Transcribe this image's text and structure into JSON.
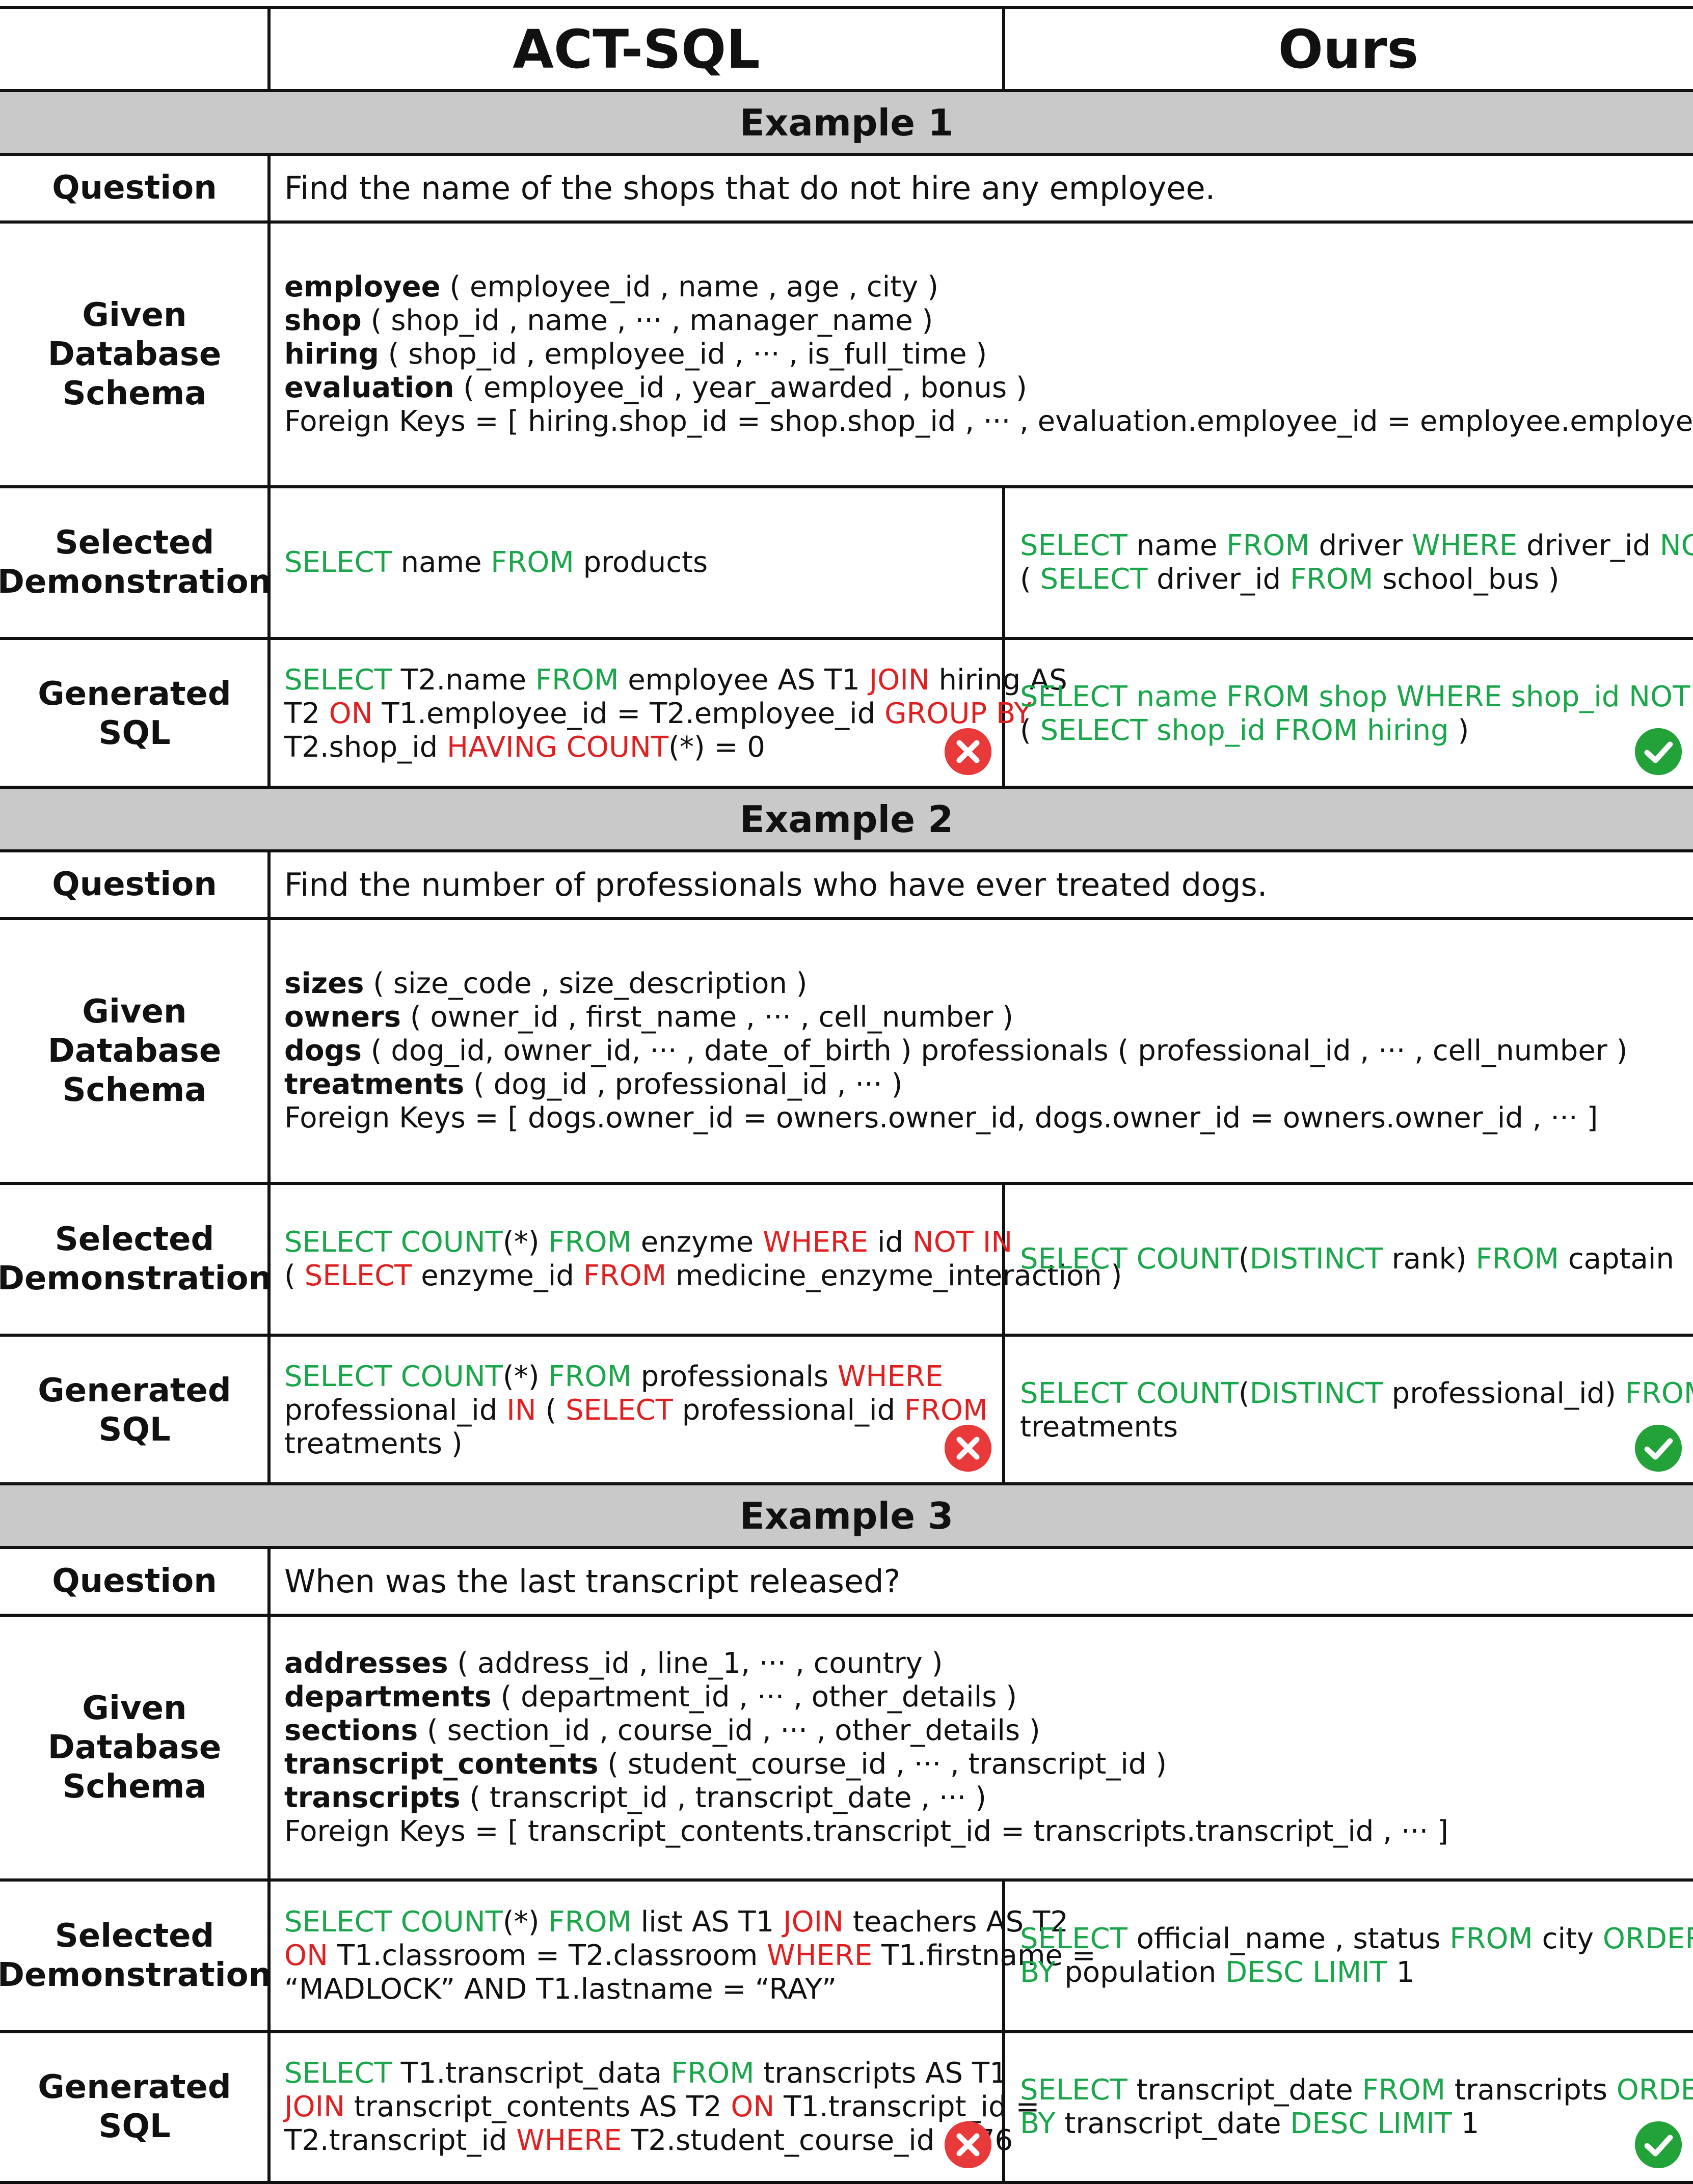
{
  "header": {
    "col_left": "ACT-SQL",
    "col_right": "Ours"
  },
  "labels": {
    "question": "Question",
    "schema": [
      "Given",
      "Database",
      "Schema"
    ],
    "demo": [
      "Selected",
      "Demonstration"
    ],
    "sql": "Generated SQL"
  },
  "status_icons": {
    "wrong": "x-circle-icon",
    "right": "check-circle-icon",
    "wrong_color": "#e83a3a",
    "right_color": "#23a23a"
  },
  "colors": {
    "keyword": "#1aa64a",
    "error": "#e02020",
    "band": "#c9c9c9"
  },
  "examples": [
    {
      "title": "Example 1",
      "question": "Find the name of the shops that do not hire any employee.",
      "schema": [
        [
          {
            "t": "employee",
            "s": "b"
          },
          {
            "t": " ( employee_id , name , age , city )"
          }
        ],
        [
          {
            "t": "shop",
            "s": "b"
          },
          {
            "t": " ( shop_id , name , ··· , manager_name )"
          }
        ],
        [
          {
            "t": "hiring",
            "s": "b"
          },
          {
            "t": " ( shop_id , employee_id , ··· , is_full_time )"
          }
        ],
        [
          {
            "t": "evaluation",
            "s": "b"
          },
          {
            "t": " ( employee_id , year_awarded , bonus )"
          }
        ],
        [
          {
            "t": "Foreign Keys = [ hiring.shop_id = shop.shop_id , ··· , evaluation.employee_id = employee.employee_id ]"
          }
        ]
      ],
      "act_demo": [
        [
          {
            "t": "SELECT",
            "s": "k"
          },
          {
            "t": " name "
          },
          {
            "t": "FROM",
            "s": "k"
          },
          {
            "t": " products"
          }
        ]
      ],
      "ours_demo": [
        [
          {
            "t": "SELECT",
            "s": "k"
          },
          {
            "t": " name "
          },
          {
            "t": "FROM",
            "s": "k"
          },
          {
            "t": " driver "
          },
          {
            "t": "WHERE",
            "s": "k"
          },
          {
            "t": " driver_id "
          },
          {
            "t": "NOT IN",
            "s": "k"
          }
        ],
        [
          {
            "t": "( "
          },
          {
            "t": "SELECT",
            "s": "k"
          },
          {
            "t": " driver_id "
          },
          {
            "t": "FROM",
            "s": "k"
          },
          {
            "t": " school_bus )"
          }
        ]
      ],
      "act_sql": [
        [
          {
            "t": "SELECT",
            "s": "k"
          },
          {
            "t": " T2.name "
          },
          {
            "t": "FROM",
            "s": "k"
          },
          {
            "t": " employee AS T1 "
          },
          {
            "t": "JOIN",
            "s": "r"
          },
          {
            "t": " hiring AS"
          }
        ],
        [
          {
            "t": "T2 "
          },
          {
            "t": "ON",
            "s": "r"
          },
          {
            "t": " T1.employee_id = T2.employee_id "
          },
          {
            "t": "GROUP BY",
            "s": "r"
          }
        ],
        [
          {
            "t": "T2.shop_id "
          },
          {
            "t": "HAVING COUNT",
            "s": "r"
          },
          {
            "t": "(*) = 0"
          }
        ]
      ],
      "ours_sql": [
        [
          {
            "t": "SELECT name FROM shop WHERE shop_id NOT IN",
            "s": "k"
          }
        ],
        [
          {
            "t": "( "
          },
          {
            "t": "SELECT shop_id FROM hiring",
            "s": "k"
          },
          {
            "t": " )"
          }
        ]
      ]
    },
    {
      "title": "Example 2",
      "question": "Find the number of professionals who have ever treated dogs.",
      "schema": [
        [
          {
            "t": "sizes",
            "s": "b"
          },
          {
            "t": " ( size_code , size_description )"
          }
        ],
        [
          {
            "t": "owners",
            "s": "b"
          },
          {
            "t": " ( owner_id , first_name , ··· , cell_number )"
          }
        ],
        [
          {
            "t": "dogs",
            "s": "b"
          },
          {
            "t": " ( dog_id, owner_id, ··· , date_of_birth ) professionals ( professional_id , ··· , cell_number )"
          }
        ],
        [
          {
            "t": "treatments",
            "s": "b"
          },
          {
            "t": " ( dog_id , professional_id , ··· )"
          }
        ],
        [
          {
            "t": "Foreign Keys = [ dogs.owner_id = owners.owner_id, dogs.owner_id = owners.owner_id , ··· ]"
          }
        ]
      ],
      "act_demo": [
        [
          {
            "t": "SELECT COUNT",
            "s": "k"
          },
          {
            "t": "(*) "
          },
          {
            "t": "FROM",
            "s": "k"
          },
          {
            "t": " enzyme "
          },
          {
            "t": "WHERE",
            "s": "r"
          },
          {
            "t": " id "
          },
          {
            "t": "NOT IN",
            "s": "r"
          }
        ],
        [
          {
            "t": "( "
          },
          {
            "t": "SELECT",
            "s": "r"
          },
          {
            "t": " enzyme_id "
          },
          {
            "t": "FROM",
            "s": "r"
          },
          {
            "t": " medicine_enzyme_interaction )"
          }
        ]
      ],
      "ours_demo": [
        [
          {
            "t": "SELECT COUNT",
            "s": "k"
          },
          {
            "t": "("
          },
          {
            "t": "DISTINCT",
            "s": "k"
          },
          {
            "t": " rank) "
          },
          {
            "t": "FROM",
            "s": "k"
          },
          {
            "t": " captain"
          }
        ]
      ],
      "act_sql": [
        [
          {
            "t": "SELECT COUNT",
            "s": "k"
          },
          {
            "t": "(*) "
          },
          {
            "t": "FROM",
            "s": "k"
          },
          {
            "t": " professionals "
          },
          {
            "t": "WHERE",
            "s": "r"
          }
        ],
        [
          {
            "t": "professional_id "
          },
          {
            "t": "IN",
            "s": "r"
          },
          {
            "t": " ( "
          },
          {
            "t": "SELECT",
            "s": "r"
          },
          {
            "t": " professional_id "
          },
          {
            "t": "FROM",
            "s": "r"
          }
        ],
        [
          {
            "t": "treatments )"
          }
        ]
      ],
      "ours_sql": [
        [
          {
            "t": "SELECT COUNT",
            "s": "k"
          },
          {
            "t": "("
          },
          {
            "t": "DISTINCT",
            "s": "k"
          },
          {
            "t": " professional_id) "
          },
          {
            "t": "FROM",
            "s": "k"
          }
        ],
        [
          {
            "t": "treatments"
          }
        ]
      ]
    },
    {
      "title": "Example 3",
      "question": "When was the last transcript released?",
      "schema": [
        [
          {
            "t": "addresses",
            "s": "b"
          },
          {
            "t": " ( address_id , line_1, ··· , country )"
          }
        ],
        [
          {
            "t": "departments",
            "s": "b"
          },
          {
            "t": " ( department_id , ··· , other_details )"
          }
        ],
        [
          {
            "t": "sections",
            "s": "b"
          },
          {
            "t": " ( section_id , course_id , ··· , other_details )"
          }
        ],
        [
          {
            "t": "transcript_contents",
            "s": "b"
          },
          {
            "t": " ( student_course_id , ··· , transcript_id )"
          }
        ],
        [
          {
            "t": "transcripts",
            "s": "b"
          },
          {
            "t": " ( transcript_id , transcript_date , ··· )"
          }
        ],
        [
          {
            "t": "Foreign Keys = [ transcript_contents.transcript_id = transcripts.transcript_id , ··· ]"
          }
        ]
      ],
      "act_demo": [
        [
          {
            "t": "SELECT COUNT",
            "s": "k"
          },
          {
            "t": "(*) "
          },
          {
            "t": "FROM",
            "s": "k"
          },
          {
            "t": " list AS T1 "
          },
          {
            "t": "JOIN",
            "s": "r"
          },
          {
            "t": " teachers AS T2"
          }
        ],
        [
          {
            "t": "ON",
            "s": "r"
          },
          {
            "t": " T1.classroom = T2.classroom "
          },
          {
            "t": "WHERE",
            "s": "r"
          },
          {
            "t": " T1.firstname ="
          }
        ],
        [
          {
            "t": "“MADLOCK” AND T1.lastname = “RAY”"
          }
        ]
      ],
      "ours_demo": [
        [
          {
            "t": "SELECT",
            "s": "k"
          },
          {
            "t": " official_name , status "
          },
          {
            "t": "FROM",
            "s": "k"
          },
          {
            "t": " city "
          },
          {
            "t": "ORDER",
            "s": "k"
          }
        ],
        [
          {
            "t": "BY",
            "s": "k"
          },
          {
            "t": " population "
          },
          {
            "t": "DESC LIMIT",
            "s": "k"
          },
          {
            "t": " 1"
          }
        ]
      ],
      "act_sql": [
        [
          {
            "t": "SELECT",
            "s": "k"
          },
          {
            "t": " T1.transcript_data "
          },
          {
            "t": "FROM",
            "s": "k"
          },
          {
            "t": " transcripts AS T1"
          }
        ],
        [
          {
            "t": "JOIN",
            "s": "r"
          },
          {
            "t": " transcript_contents AS T2 "
          },
          {
            "t": "ON",
            "s": "r"
          },
          {
            "t": " T1.transcript_id ="
          }
        ],
        [
          {
            "t": "T2.transcript_id "
          },
          {
            "t": "WHERE",
            "s": "r"
          },
          {
            "t": " T2.student_course_id = 76"
          }
        ]
      ],
      "ours_sql": [
        [
          {
            "t": "SELECT",
            "s": "k"
          },
          {
            "t": " transcript_date "
          },
          {
            "t": "FROM",
            "s": "k"
          },
          {
            "t": " transcripts "
          },
          {
            "t": "ORDER",
            "s": "k"
          }
        ],
        [
          {
            "t": "BY",
            "s": "k"
          },
          {
            "t": " transcript_date "
          },
          {
            "t": "DESC LIMIT",
            "s": "k"
          },
          {
            "t": " 1"
          }
        ]
      ]
    }
  ]
}
